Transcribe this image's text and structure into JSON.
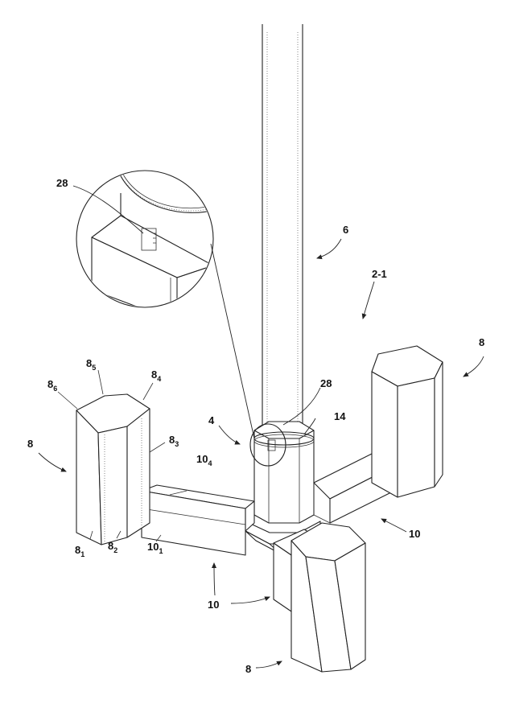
{
  "labels": {
    "l6": "6",
    "l2_1": "2-1",
    "l28_inset": "28",
    "l28_main": "28",
    "l14": "14",
    "l4": "4",
    "l8_right": "8",
    "l8_left": "8",
    "l8_bottom": "8",
    "l10_right": "10",
    "l10_bottom": "10"
  },
  "sub_labels": {
    "s8_1": {
      "base": "8",
      "sub": "1"
    },
    "s8_2": {
      "base": "8",
      "sub": "2"
    },
    "s8_3": {
      "base": "8",
      "sub": "3"
    },
    "s8_4": {
      "base": "8",
      "sub": "4"
    },
    "s8_5": {
      "base": "8",
      "sub": "5"
    },
    "s8_6": {
      "base": "8",
      "sub": "6"
    },
    "s10_1": {
      "base": "10",
      "sub": "1"
    },
    "s10_4": {
      "base": "10",
      "sub": "4"
    }
  }
}
